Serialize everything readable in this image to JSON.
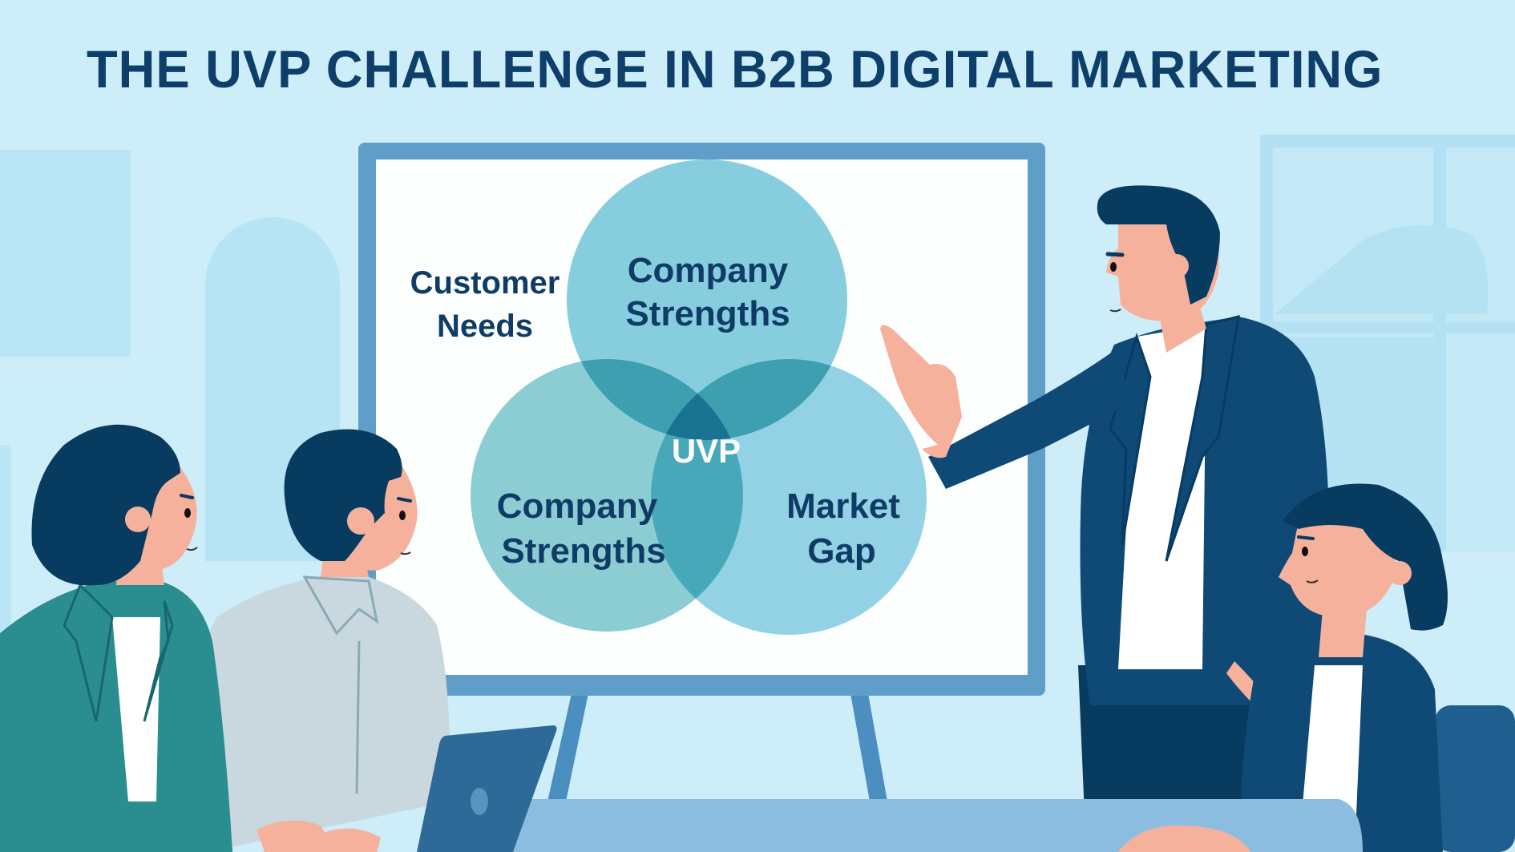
{
  "header": {
    "title": "THE UVP CHALLENGE IN B2B DIGITAL MARKETING"
  },
  "whiteboard": {
    "outside_label": {
      "line1": "Customer",
      "line2": "Needs"
    },
    "venn": {
      "top_circle": {
        "line1": "Company",
        "line2": "Strengths"
      },
      "bottom_left_circle": {
        "line1": "Company",
        "line2": "Strengths"
      },
      "bottom_right_circle": {
        "line1": "Market",
        "line2": "Gap"
      },
      "center": "UVP"
    }
  },
  "scene": {
    "people": [
      {
        "role": "seated-woman-left",
        "outfit": "teal blazer"
      },
      {
        "role": "seated-man",
        "outfit": "light gray shirt",
        "device": "laptop"
      },
      {
        "role": "presenter",
        "outfit": "navy suit",
        "gesture": "pointing at board"
      },
      {
        "role": "seated-woman-right",
        "outfit": "navy blazer"
      }
    ]
  },
  "colors": {
    "background": "#cdedf8",
    "title": "#0e3e6a",
    "board_frame": "#5f9ec8",
    "circle_top": "#86cede",
    "circle_left": "#8ccdd3",
    "circle_right": "#93d2e4",
    "overlap": "#3d9fb0",
    "center": "#1a7491",
    "navy": "#0f4a77",
    "hair": "#083b60",
    "skin": "#f6b19d",
    "teal_blazer": "#2a8d8f",
    "shirt_gray": "#c9d8df",
    "table": "#8cbde0"
  }
}
